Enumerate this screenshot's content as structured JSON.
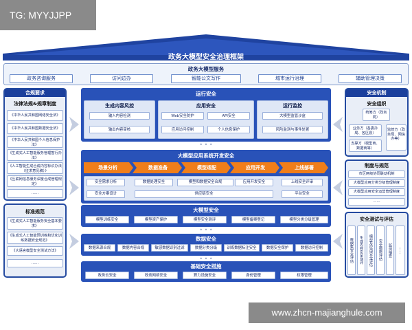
{
  "watermarks": {
    "top": "TG: MYYJJPP",
    "bottom": "www.zhcn-majianghule.com"
  },
  "title": "政务大模型安全治理框架",
  "services": {
    "title": "政务大模型服务",
    "items": [
      "政务咨询服务",
      "访问边办",
      "智能公文写作",
      "城市运行治理",
      "辅助管理决策"
    ]
  },
  "left": {
    "legal": {
      "header": "合规要求",
      "subtitle": "法律法规&规章制度",
      "items": [
        "《中华人民共和国网络安全法》",
        "《中华人民共和国数据安全法》",
        "《中华人民共和国个人信息保护法》",
        "《生成式人工智能服务管理暂行办法》",
        "《人工智能生成合成内容标识办法（征求意见稿）》",
        "《互联网信息服务深度合成管理规定》",
        "……"
      ]
    },
    "standards": {
      "header": "标准规范",
      "items": [
        "《生成式人工智能服务安全基本要求》",
        "《生成式人工智能预训练和优化训练数据安全规范》",
        "《大语言模型安全测试方法》",
        "……"
      ]
    }
  },
  "center": {
    "operation": {
      "title": "运行安全",
      "groups": [
        {
          "title": "生成内容风控",
          "items": [
            "输入内容检测",
            "输出内容审核"
          ]
        },
        {
          "title": "应用安全",
          "items": [
            "Web安全防护",
            "API安全",
            "应用访问控制",
            "个人信息保护"
          ]
        },
        {
          "title": "运行监控",
          "items": [
            "大模型监管沙盒",
            "风险监测与事件处置"
          ]
        }
      ]
    },
    "appdev": {
      "title": "大模型应用系统开发安全",
      "stages": [
        "场景分析",
        "数据准备",
        "模型适配",
        "应用开发",
        "上线部署"
      ],
      "row1": [
        "安全需求分析",
        "数据处理安全",
        "模型和数据安全合规",
        "应用开发安全",
        "上线安全评审"
      ],
      "row2": [
        "安全方案设计",
        "供应链安全",
        "平台安全"
      ]
    },
    "model": {
      "title": "大模型安全",
      "items": [
        "模型训练安全",
        "模型资产保护",
        "模型安全测评",
        "模型备案登记",
        "模型分类分级管理"
      ]
    },
    "data": {
      "title": "数据安全",
      "items": [
        "数据来源合规",
        "数据内容合规",
        "敏感数据识别过滤",
        "数据分类分级",
        "训练数据标注安全",
        "数据安全保护",
        "数据访问控制"
      ]
    },
    "infra": {
      "title": "基础安全措施",
      "items": [
        "政务云安全",
        "政务网络安全",
        "算力设施安全",
        "身份管理",
        "权限管理"
      ]
    }
  },
  "right": {
    "mechanism": {
      "header": "安全机制",
      "org_title": "安全组织",
      "org": [
        "统筹方（政务局）",
        "业务方（各委办局、各区县）",
        "监管方（政务局、网信办等）",
        "支撑方（模型商、数据商等）"
      ]
    },
    "process": {
      "title": "制度与规范",
      "items": [
        "市区两级协同联动机制",
        "大模型应用分类分级管理制度",
        "大模型应用安全运营管理制度",
        "……"
      ]
    },
    "testing": {
      "title": "安全测试与评估",
      "items": [
        "数据集安全评估",
        "生成内容安全测评",
        "模型及应用安全评估",
        "安全措施评估",
        "监测抽查",
        "……"
      ]
    }
  },
  "colors": {
    "primary": "#2952b8",
    "dark": "#1b3f9c",
    "orange": "#f07e1a",
    "panel": "#dfe7f6"
  }
}
